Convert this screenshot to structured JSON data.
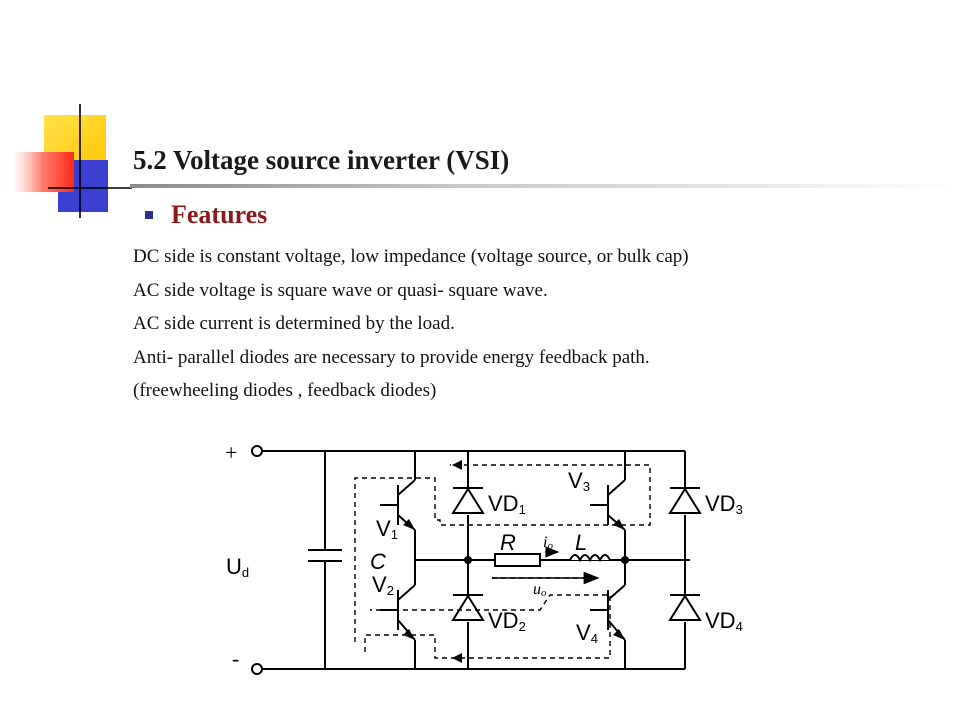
{
  "slide": {
    "title": "5.2 Voltage source inverter (VSI)",
    "heading": "Features",
    "lines": [
      "DC side is constant voltage, low impedance (voltage source, or bulk cap)",
      "AC side voltage is square wave or quasi- square wave.",
      "AC side current is determined by the load.",
      "Anti- parallel diodes are necessary to provide energy feedback path.",
      "(freewheeling diodes , feedback diodes)"
    ]
  },
  "circuit": {
    "plus": "+",
    "minus": "-",
    "ud": "U",
    "ud_sub": "d",
    "cap": "C",
    "v": [
      "V",
      "V",
      "V",
      "V"
    ],
    "v_sub": [
      "1",
      "2",
      "3",
      "4"
    ],
    "vd": [
      "VD",
      "VD",
      "VD",
      "VD"
    ],
    "vd_sub": [
      "1",
      "2",
      "3",
      "4"
    ],
    "r": "R",
    "l": "L",
    "io": "i",
    "io_sub": "o",
    "uo": "u",
    "uo_sub": "o"
  },
  "colors": {
    "accent_yellow": "#ffd200",
    "accent_red": "#ff3b30",
    "accent_blue": "#3a3fd0",
    "heading": "#8b1a1a",
    "bullet": "#2a2f8f"
  }
}
